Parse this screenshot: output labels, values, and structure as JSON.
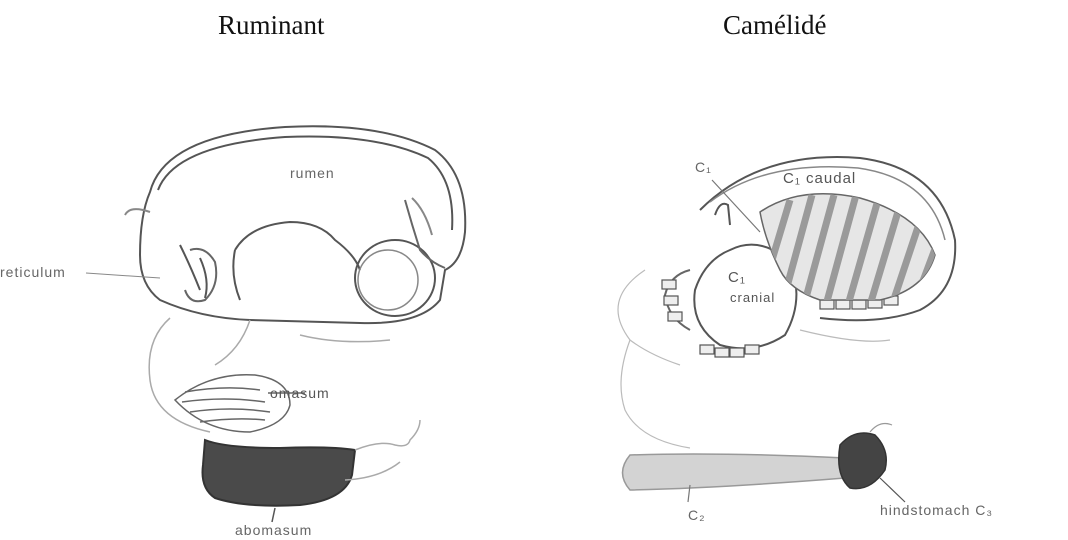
{
  "titles": {
    "left": "Ruminant",
    "right": "Camélidé"
  },
  "ruminant_labels": {
    "rumen": "rumen",
    "reticulum": "reticulum",
    "omasum": "omasum",
    "abomasum": "abomasum"
  },
  "camelid_labels": {
    "c1_top": "C₁",
    "c1_caudal": "C₁ caudal",
    "c1_left": "C₁",
    "cranial": "cranial",
    "c2": "C₂",
    "hindstomach": "hindstomach C₃"
  },
  "colors": {
    "outline": "#555555",
    "abomasum_fill": "#4a4a4a",
    "c2_fill": "#d3d3d3",
    "hindstomach_fill": "#444444",
    "stripes": "#9a9a9a"
  }
}
